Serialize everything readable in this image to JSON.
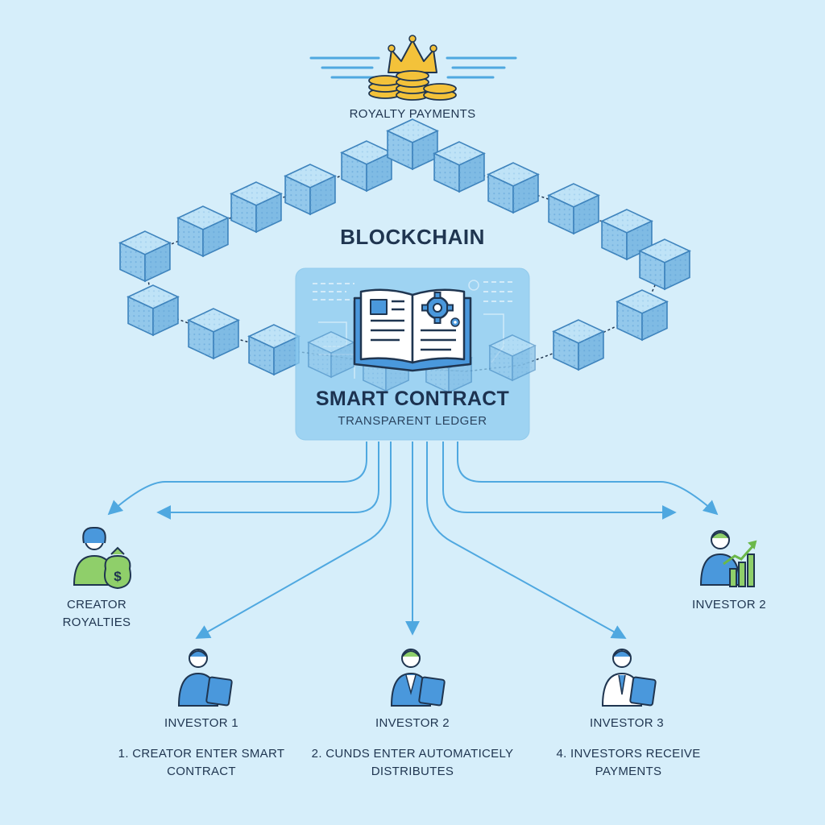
{
  "royalty": {
    "label": "ROYALTY PAYMENTS"
  },
  "blockchain": {
    "label": "BLOCKCHAIN"
  },
  "contract": {
    "title": "SMART CONTRACT",
    "subtitle": "TRANSPARENT LEDGER"
  },
  "nodes": {
    "creator": {
      "line1": "CREATOR",
      "line2": "ROYALTIES"
    },
    "investor_top_right": {
      "label": "INVESTOR 2"
    },
    "investor_1": {
      "label": "INVESTOR 1"
    },
    "investor_2": {
      "label": "INVESTOR 2"
    },
    "investor_3": {
      "label": "INVESTOR 3"
    }
  },
  "steps": {
    "step1": {
      "line1": "1. CREATOR ENTER SMART",
      "line2": "CONTRACT"
    },
    "step2": {
      "line1": "2. CUNDS ENTER AUTOMATICELY",
      "line2": "DISTRIBUTES"
    },
    "step4": {
      "line1": "4. INVESTORS RECEIVE",
      "line2": "PAYMENTS"
    }
  },
  "colors": {
    "background": "#d6eefa",
    "block": "#a9d8f2",
    "block_edge": "#3f84bd",
    "arrow": "#4fa8e0",
    "accent_blue": "#4a98dc",
    "accent_green": "#8fcf6a",
    "gold": "#f3c23a"
  },
  "icons": [
    "crown-icon",
    "coin-stack-icon",
    "ledger-book-icon",
    "gear-icon",
    "money-bag-icon",
    "growth-chart-icon",
    "tablet-icon"
  ]
}
